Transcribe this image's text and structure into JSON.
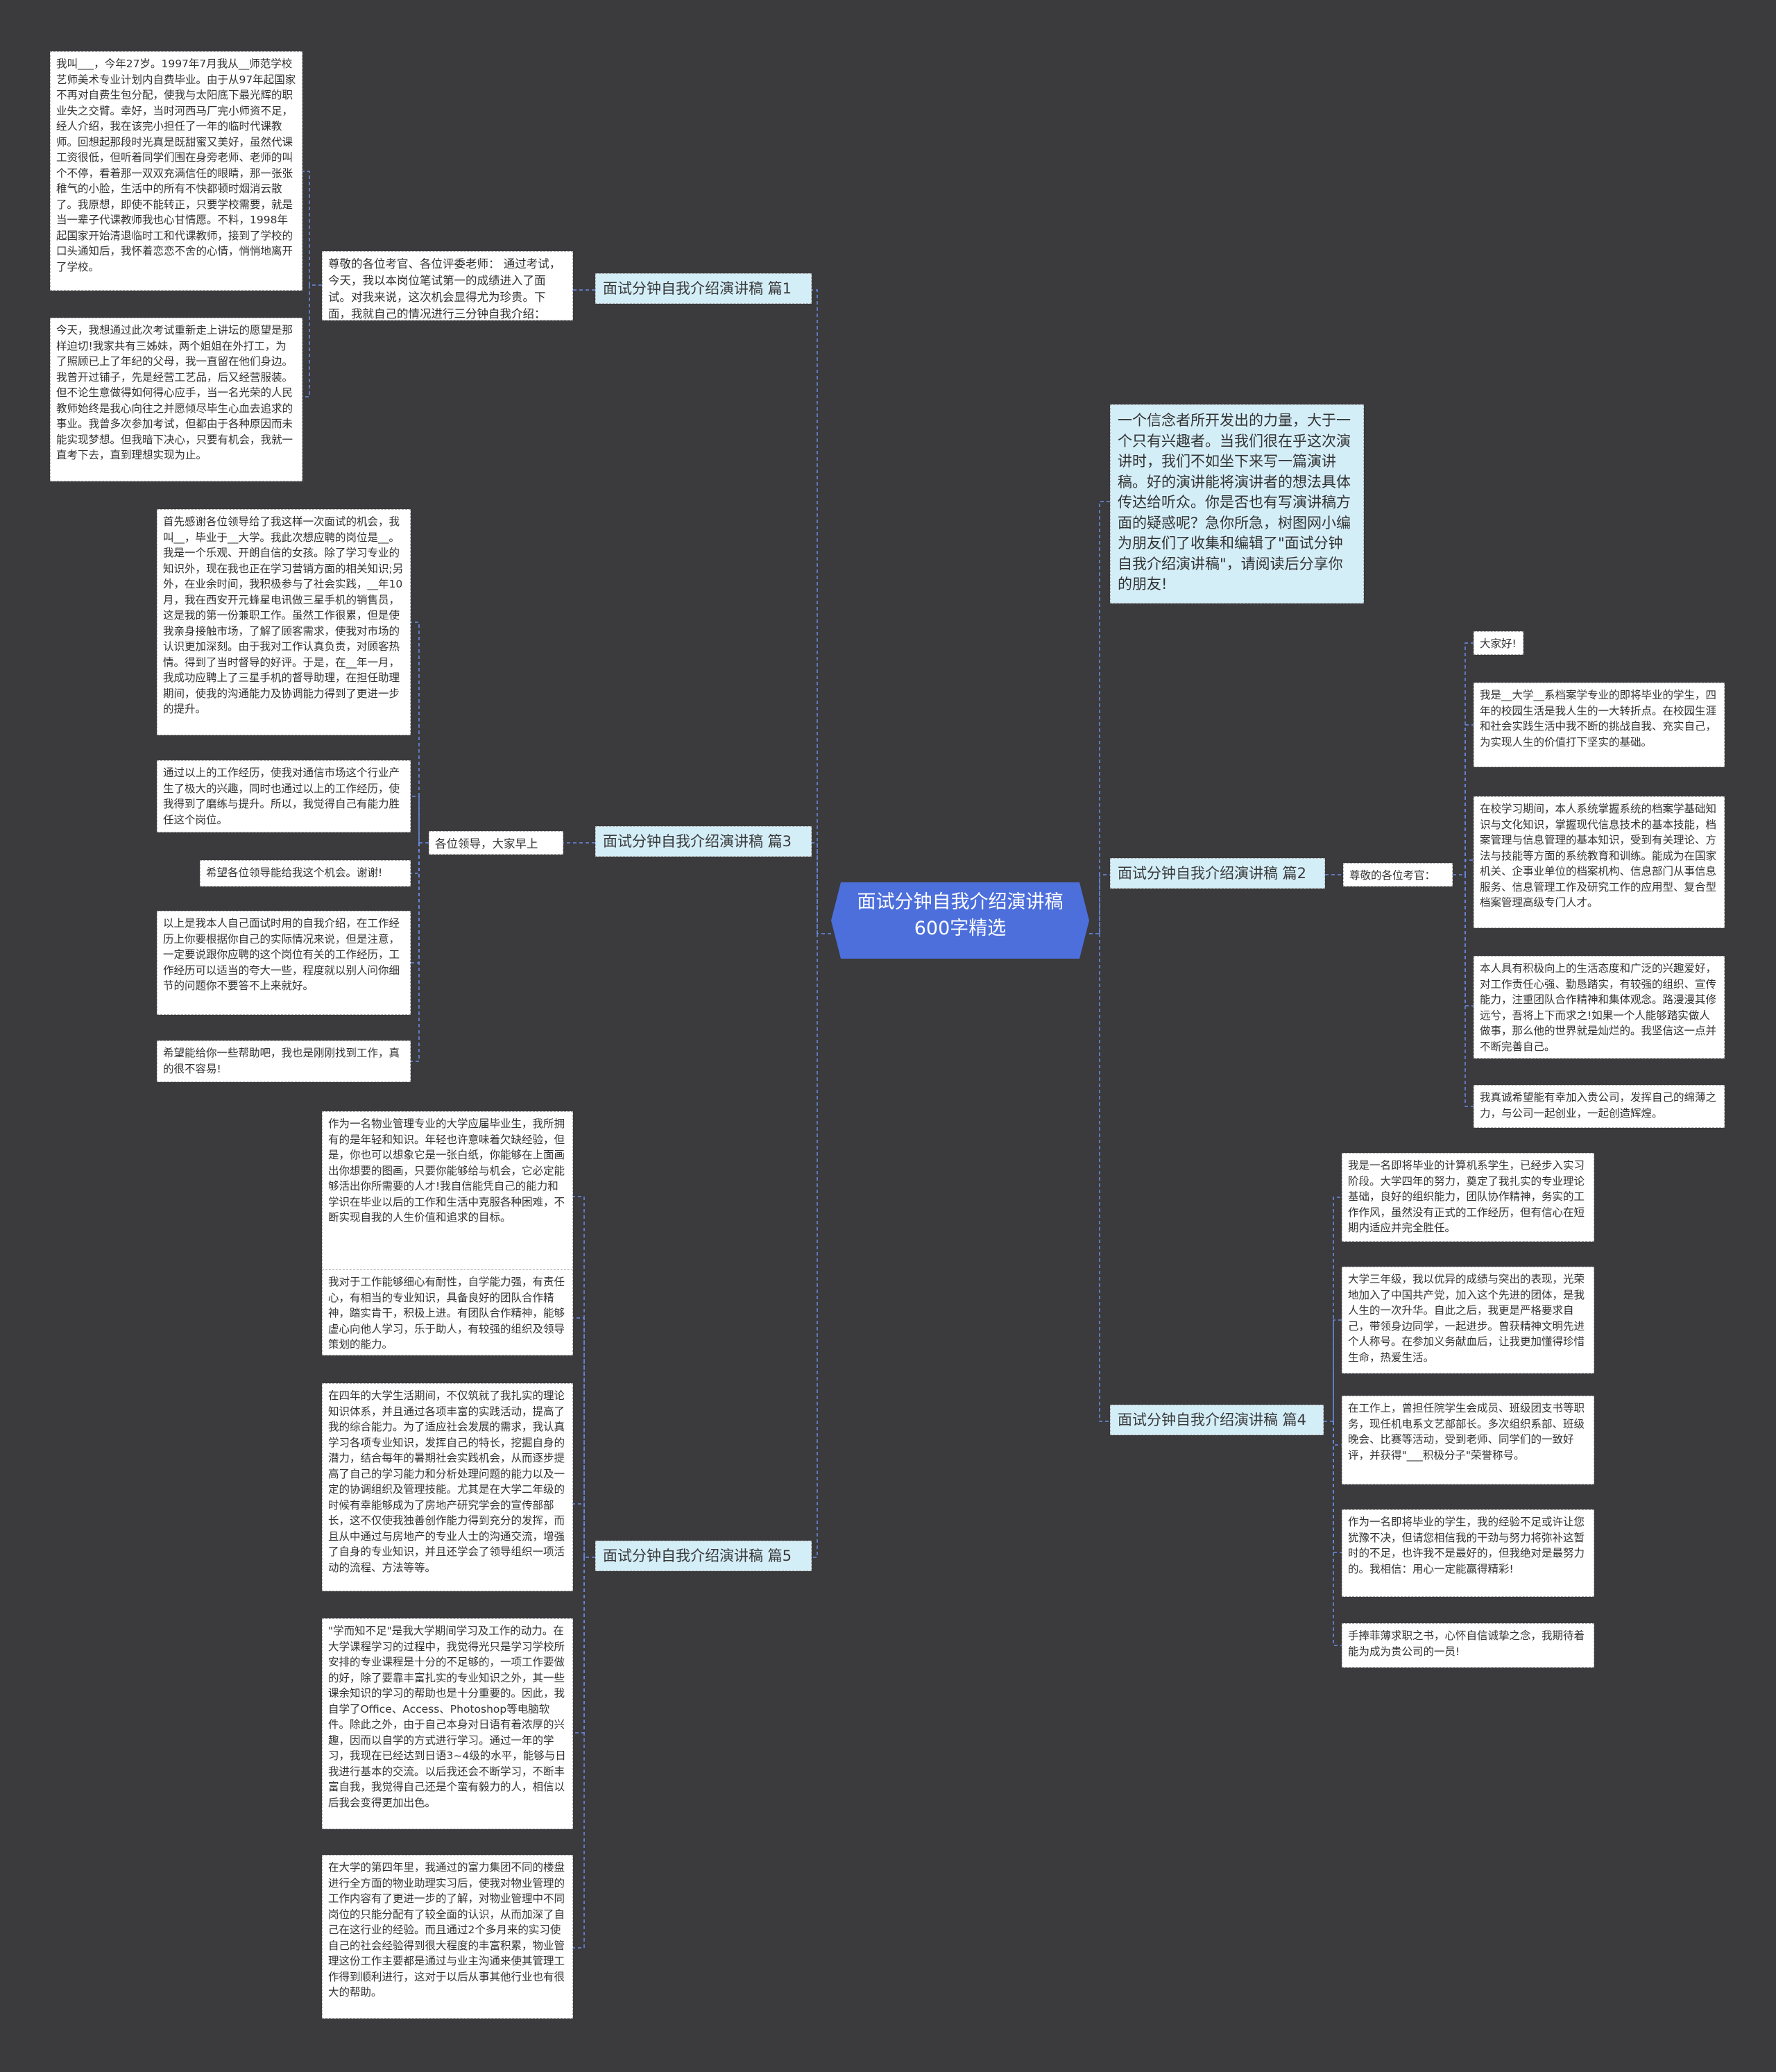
{
  "colors": {
    "background": "#3b3a3d",
    "center": "#4c6fdc",
    "branch": "#d4eef8",
    "leaf": "#ffffff",
    "link": "#6a8ee8"
  },
  "center": "面试分钟自我介绍演讲稿600字精选",
  "intro": "一个信念者所开发出的力量，大于一个只有兴趣者。当我们很在乎这次演讲时，我们不如坐下来写一篇演讲稿。好的演讲能将演讲者的想法具体传达给听众。你是否也有写演讲稿方面的疑惑呢？急你所急，树图网小编为朋友们了收集和编辑了\"面试分钟自我介绍演讲稿\"，请阅读后分享你的朋友!",
  "p1": {
    "title": "面试分钟自我介绍演讲稿 篇1",
    "sub": "尊敬的各位考官、各位评委老师：  通过考试，今天，我以本岗位笔试第一的成绩进入了面试。对我来说，这次机会显得尤为珍贵。下面，我就自己的情况进行三分钟自我介绍：",
    "leaves": [
      "我叫___，今年27岁。1997年7月我从__师范学校艺师美术专业计划内自费毕业。由于从97年起国家不再对自费生包分配，使我与太阳底下最光辉的职业失之交臂。幸好，当时河西马厂完小师资不足，经人介绍，我在该完小担任了一年的临时代课教师。回想起那段时光真是既甜蜜又美好，虽然代课工资很低，但听着同学们围在身旁老师、老师的叫个不停，看着那一双双充满信任的眼睛，那一张张稚气的小脸，生活中的所有不快都顿时烟消云散了。我原想，即使不能转正，只要学校需要，就是当一辈子代课教师我也心甘情愿。不料，1998年起国家开始清退临时工和代课教师，接到了学校的口头通知后，我怀着恋恋不舍的心情，悄悄地离开了学校。",
      "今天，我想通过此次考试重新走上讲坛的愿望是那样迫切!我家共有三姊妹，两个姐姐在外打工，为了照顾已上了年纪的父母，我一直留在他们身边。我曾开过铺子，先是经营工艺品，后又经营服装。但不论生意做得如何得心应手，当一名光荣的人民教师始终是我心向往之并愿倾尽毕生心血去追求的事业。我曾多次参加考试，但都由于各种原因而未能实现梦想。但我暗下决心，只要有机会，我就一直考下去，直到理想实现为止。"
    ]
  },
  "p3": {
    "title": "面试分钟自我介绍演讲稿 篇3",
    "sub": "各位领导，大家早上好：",
    "leaves": [
      "首先感谢各位领导给了我这样一次面试的机会，我叫__，毕业于__大学。我此次想应聘的岗位是__。我是一个乐观、开朗自信的女孩。除了学习专业的知识外，现在我也正在学习营销方面的相关知识;另外，在业余时间，我积极参与了社会实践，__年10月，我在西安开元蜂星电讯做三星手机的销售员，这是我的第一份兼职工作。虽然工作很累，但是使我亲身接触市场，了解了顾客需求，使我对市场的认识更加深刻。由于我对工作认真负责，对顾客热情。得到了当时督导的好评。于是，在__年一月，我成功应聘上了三星手机的督导助理，在担任助理期间，使我的沟通能力及协调能力得到了更进一步的提升。",
      "通过以上的工作经历，使我对通信市场这个行业产生了极大的兴趣，同时也通过以上的工作经历，使我得到了磨练与提升。所以，我觉得自己有能力胜任这个岗位。",
      "希望各位领导能给我这个机会。谢谢!",
      "以上是我本人自己面试时用的自我介绍，在工作经历上你要根据你自己的实际情况来说，但是注意，一定要说跟你应聘的这个岗位有关的工作经历，工作经历可以适当的夸大一些，程度就以别人问你细节的问题你不要答不上来就好。",
      "希望能给你一些帮助吧，我也是刚刚找到工作，真的很不容易!"
    ]
  },
  "p5": {
    "title": "面试分钟自我介绍演讲稿 篇5",
    "leaves": [
      "作为一名物业管理专业的大学应届毕业生，我所拥有的是年轻和知识。年轻也许意味着欠缺经验，但是，你也可以想象它是一张白纸，你能够在上面画出你想要的图画，只要你能够给与机会，它必定能够活出你所需要的人才!我自信能凭自己的能力和学识在毕业以后的工作和生活中克服各种困难，不断实现自我的人生价值和追求的目标。",
      "我对于工作能够细心有耐性，自学能力强，有责任心，有相当的专业知识，具备良好的团队合作精神，踏实肯干，积极上进。有团队合作精神，能够虚心向他人学习，乐于助人，有较强的组织及领导策划的能力。",
      "在四年的大学生活期间，不仅筑就了我扎实的理论知识体系，并且通过各项丰富的实践活动，提高了我的综合能力。为了适应社会发展的需求，我认真学习各项专业知识，发挥自己的特长，挖掘自身的潜力，结合每年的暑期社会实践机会，从而逐步提高了自己的学习能力和分析处理问题的能力以及一定的协调组织及管理技能。尤其是在大学二年级的时候有幸能够成为了房地产研究学会的宣传部部长，这不仅使我独善创作能力得到充分的发挥，而且从中通过与房地产的专业人士的沟通交流，增强了自身的专业知识，并且还学会了领导组织一项活动的流程、方法等等。",
      "\"学而知不足\"是我大学期间学习及工作的动力。在大学课程学习的过程中，我觉得光只是学习学校所安排的专业课程是十分的不足够的，一项工作要做的好，除了要靠丰富扎实的专业知识之外，其一些课余知识的学习的帮助也是十分重要的。因此，我自学了Office、Access、Photoshop等电脑软件。除此之外，由于自己本身对日语有着浓厚的兴趣，因而以自学的方式进行学习。通过一年的学习，我现在已经达到日语3~4级的水平，能够与日我进行基本的交流。以后我还会不断学习，不断丰富自我，我觉得自己还是个蛮有毅力的人，相信以后我会变得更加出色。",
      "在大学的第四年里，我通过的富力集团不同的楼盘进行全方面的物业助理实习后，使我对物业管理的工作内容有了更进一步的了解，对物业管理中不同岗位的只能分配有了较全面的认识，从而加深了自己在这行业的经验。而且通过2个多月来的实习使自己的社会经验得到很大程度的丰富积累，物业管理这份工作主要都是通过与业主沟通来使其管理工作得到顺利进行，这对于以后从事其他行业也有很大的帮助。"
    ]
  },
  "p2": {
    "title": "面试分钟自我介绍演讲稿 篇2",
    "sub": "尊敬的各位考官：",
    "leaves": [
      "大家好!",
      "我是__大学__系档案学专业的即将毕业的学生，四年的校园生活是我人生的一大转折点。在校园生涯和社会实践生活中我不断的挑战自我、充实自己，为实现人生的价值打下坚实的基础。",
      "在校学习期间，本人系统掌握系统的档案学基础知识与文化知识，掌握现代信息技术的基本技能，档案管理与信息管理的基本知识，受到有关理论、方法与技能等方面的系统教育和训练。能成为在国家机关、企事业单位的档案机构、信息部门从事信息服务、信息管理工作及研究工作的应用型、复合型档案管理高级专门人才。",
      "本人具有积极向上的生活态度和广泛的兴趣爱好，对工作责任心强、勤恳踏实，有较强的组织、宣传能力，注重团队合作精神和集体观念。路漫漫其修远兮，吾将上下而求之!如果一个人能够踏实做人做事，那么他的世界就是灿烂的。我坚信这一点并不断完善自己。",
      "我真诚希望能有幸加入贵公司，发挥自己的绵薄之力，与公司一起创业，一起创造辉煌。"
    ]
  },
  "p4": {
    "title": "面试分钟自我介绍演讲稿 篇4",
    "leaves": [
      "我是一名即将毕业的计算机系学生，已经步入实习阶段。大学四年的努力，奠定了我扎实的专业理论基础，良好的组织能力，团队协作精神，务实的工作作风，虽然没有正式的工作经历，但有信心在短期内适应并完全胜任。",
      "大学三年级，我以优异的成绩与突出的表现，光荣地加入了中国共产党，加入这个先进的团体，是我人生的一次升华。自此之后，我更是严格要求自己，带领身边同学，一起进步。曾获精神文明先进个人称号。在参加义务献血后，让我更加懂得珍惜生命，热爱生活。",
      "在工作上，曾担任院学生会成员、班级团支书等职务，现任机电系文艺部部长。多次组织系部、班级晚会、比赛等活动，受到老师、同学们的一致好评，并获得\"___积极分子\"荣誉称号。",
      "作为一名即将毕业的学生，我的经验不足或许让您犹豫不决，但请您相信我的干劲与努力将弥补这暂时的不足，也许我不是最好的，但我绝对是最努力的。我相信：用心一定能赢得精彩!",
      "手捧菲薄求职之书，心怀自信诚挚之念，我期待着能为成为贵公司的一员!"
    ]
  }
}
